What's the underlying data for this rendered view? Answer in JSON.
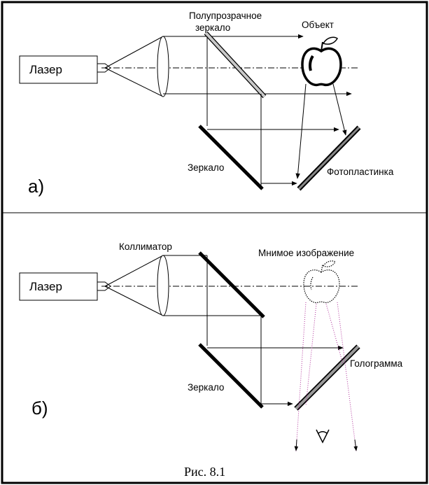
{
  "caption": "Рис. 8.1",
  "panel_a": {
    "tag": "а)",
    "laser": "Лазер",
    "semi_mirror_line1": "Полупрозрачное",
    "semi_mirror_line2": "зеркало",
    "object": "Объект",
    "mirror": "Зеркало",
    "plate": "Фотопластинка"
  },
  "panel_b": {
    "tag": "б)",
    "laser": "Лазер",
    "collimator": "Коллиматор",
    "virtual_image": "Мнимое изображение",
    "mirror": "Зеркало",
    "hologram": "Голограмма"
  }
}
